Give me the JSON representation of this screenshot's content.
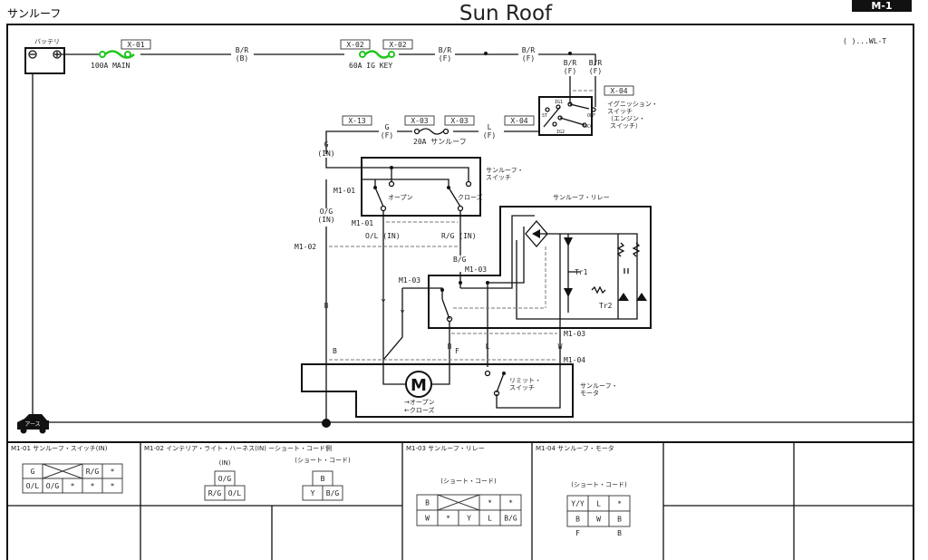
{
  "header": {
    "jp_title": "サンルーフ",
    "title": "Sun Roof",
    "page": "M-1"
  },
  "legend": "( )...WL-T",
  "components": {
    "battery": "バッテリ",
    "ignition_switch": [
      "イグニッション・",
      "スイッチ",
      "（エンジン・",
      "スイッチ）"
    ],
    "ign_positions": {
      "ig1": "IG1",
      "st": "ST",
      "off": "OFF",
      "acc": "ACC",
      "ig2": "IG2"
    },
    "sunroof_switch": [
      "サンルーフ・",
      "スイッチ"
    ],
    "open": "オープン",
    "close": "クローズ",
    "relay": "サンルーフ・リレー",
    "tr1": "Tr1",
    "tr2": "Tr2",
    "motor": [
      "サンルーフ・",
      "モータ"
    ],
    "motor_symbol": "M",
    "motor_dir": [
      "→オープン",
      "←クローズ"
    ],
    "limit_switch": [
      "リミット・",
      "スイッチ"
    ],
    "ground": "アース"
  },
  "fuses": [
    {
      "conn": [
        "X-01"
      ],
      "label": "100A MAIN"
    },
    {
      "conn": [
        "X-02",
        "X-02"
      ],
      "label": "60A IG KEY"
    },
    {
      "conn": [
        "X-03",
        "X-03"
      ],
      "label": "20A サンルーフ"
    }
  ],
  "connectors": {
    "x04a": "X-04",
    "x04b": "X-04",
    "x13": "X-13",
    "m101a": "M1-01",
    "m101b": "M1-01",
    "m102": "M1-02",
    "m103a": "M1-03",
    "m103b": "M1-03",
    "m103c": "M1-03",
    "m104": "M1-04"
  },
  "wires": {
    "br_b": [
      "B/R",
      "(B)"
    ],
    "br_f1": [
      "B/R",
      "(F)"
    ],
    "br_f2": [
      "B/R",
      "(F)"
    ],
    "br_f3": [
      "B/R",
      "(F)"
    ],
    "br_f4": [
      "B/R",
      "(F)"
    ],
    "g_f": [
      "G",
      "(F)"
    ],
    "l_f": [
      "L",
      "(F)"
    ],
    "g_in": [
      "G",
      "(IN)"
    ],
    "og_in": [
      "O/G",
      "(IN)"
    ],
    "ol_in": "O/L (IN)",
    "rg_in": "R/G (IN)",
    "bg": "B/G",
    "b_left": "B",
    "b_left2": "B",
    "y1": "Y",
    "y2": "Y",
    "b_motor": "B",
    "f_motor": "F",
    "l_limit": "L",
    "w_relay": "W"
  },
  "connector_tables": [
    {
      "title": "M1-01 サンルーフ・スイッチ(IN)",
      "sub": "",
      "rows": [
        [
          "G",
          "X",
          "R/G",
          "*"
        ],
        [
          "O/L",
          "O/G",
          "*",
          "*",
          "*"
        ]
      ]
    },
    {
      "title": "M1-02 インテリア・ライト・ハーネス(IN) ーショート・コード側",
      "sub": "(IN)",
      "rows": [
        [
          "O/G"
        ],
        [
          "R/G",
          "O/L"
        ]
      ]
    },
    {
      "title": "",
      "sub": "(ショート・コード)",
      "rows": [
        [
          "B"
        ],
        [
          "Y",
          "B/G"
        ]
      ]
    },
    {
      "title": "M1-03 サンルーフ・リレー",
      "sub": "(ショート・コード)",
      "rows": [
        [
          "B",
          "X",
          "*",
          "*"
        ],
        [
          "W",
          "*",
          "Y",
          "L",
          "B/G"
        ]
      ]
    },
    {
      "title": "M1-04 サンルーフ・モータ",
      "sub": "(ショート・コード)",
      "rows": [
        [
          "Y/Y",
          "L",
          "*"
        ],
        [
          "B",
          "W",
          "B"
        ]
      ],
      "footer": [
        "F",
        "B"
      ]
    }
  ]
}
